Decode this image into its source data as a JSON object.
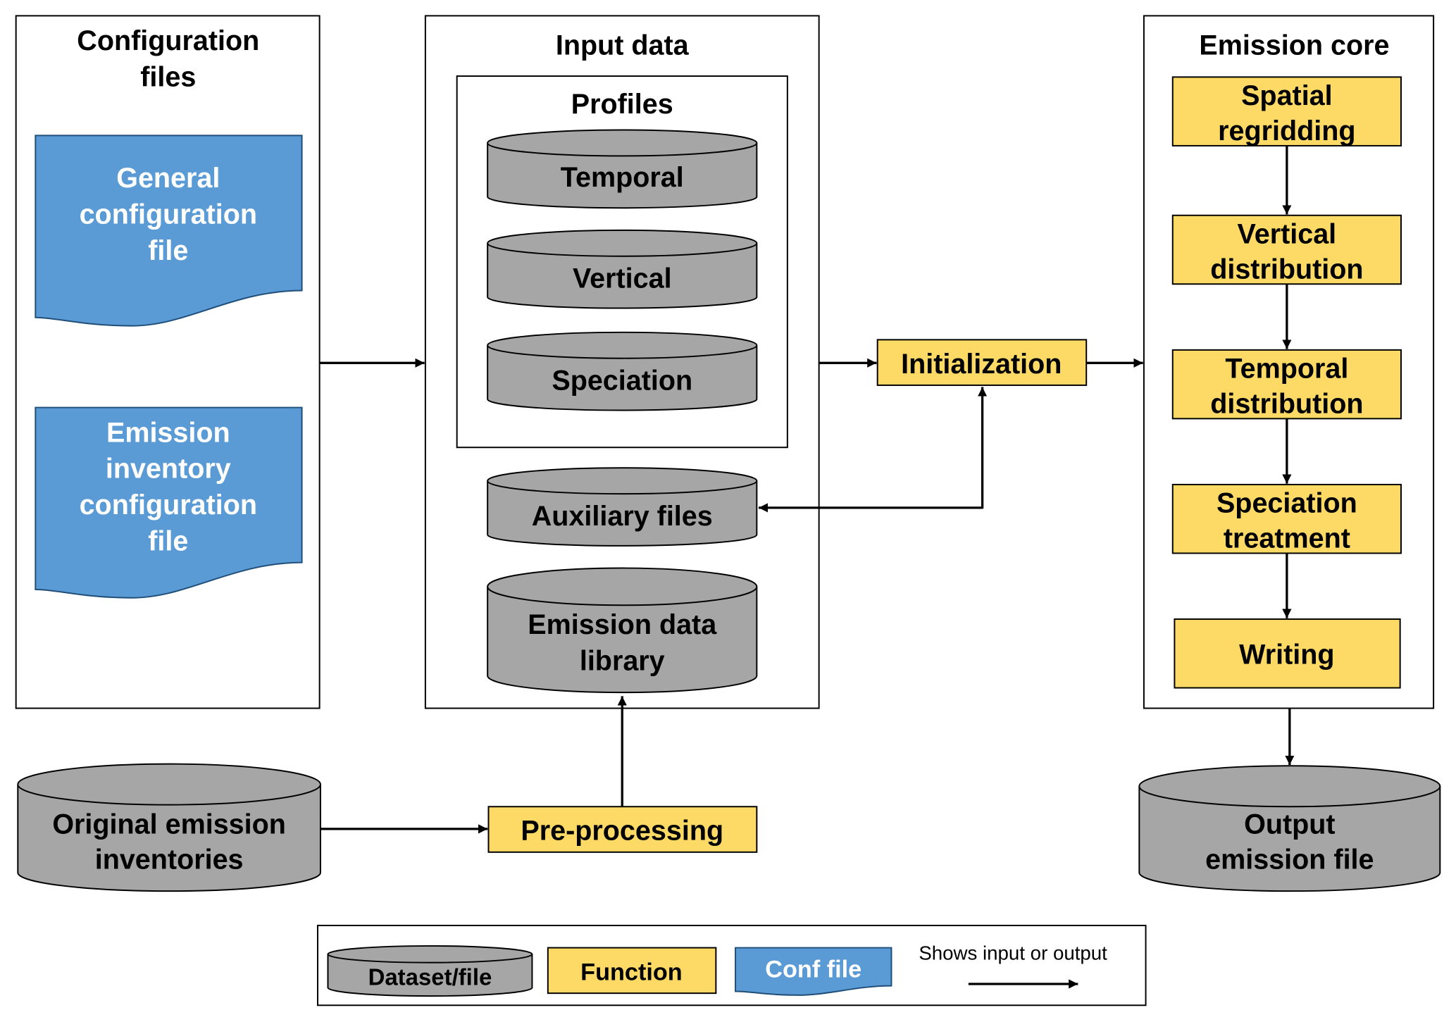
{
  "colors": {
    "dataset_fill": "#a6a6a6",
    "function_fill": "#fdd966",
    "conf_fill": "#5b9bd5",
    "line": "#000000",
    "background": "#ffffff"
  },
  "groups": {
    "configuration_files": {
      "title_line1": "Configuration",
      "title_line2": "files"
    },
    "input_data": {
      "title": "Input data",
      "profiles_title": "Profiles"
    },
    "emission_core": {
      "title": "Emission core"
    }
  },
  "conf_files": {
    "general": {
      "line1": "General",
      "line2": "configuration",
      "line3": "file"
    },
    "inventory": {
      "line1": "Emission",
      "line2": "inventory",
      "line3": "configuration",
      "line4": "file"
    }
  },
  "profiles": {
    "temporal": "Temporal",
    "vertical": "Vertical",
    "speciation": "Speciation"
  },
  "datasets": {
    "auxiliary": "Auxiliary files",
    "emission_library": {
      "line1": "Emission data",
      "line2": "library"
    },
    "original_inventories": {
      "line1": "Original emission",
      "line2": "inventories"
    },
    "output_file": {
      "line1": "Output",
      "line2": "emission file"
    }
  },
  "functions": {
    "initialization": "Initialization",
    "preprocessing": "Pre-processing",
    "spatial_regridding": {
      "line1": "Spatial",
      "line2": "regridding"
    },
    "vertical_distribution": {
      "line1": "Vertical",
      "line2": "distribution"
    },
    "temporal_distribution": {
      "line1": "Temporal",
      "line2": "distribution"
    },
    "speciation_treatment": {
      "line1": "Speciation",
      "line2": "treatment"
    },
    "writing": "Writing"
  },
  "legend": {
    "dataset": "Dataset/file",
    "function": "Function",
    "conf": "Conf file",
    "arrow": "Shows input or output"
  }
}
